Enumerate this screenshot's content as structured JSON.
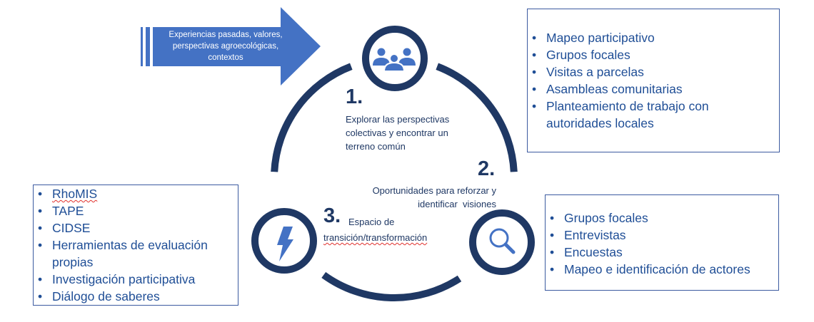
{
  "colors": {
    "ring": "#1f3864",
    "accent": "#4472c4",
    "text_dark": "#1f3864",
    "list_text": "#1f4e96",
    "box_border": "#3b5aa0",
    "spellcheck": "#e0302c"
  },
  "input_arrow": {
    "lines": [
      "Experiencias pasadas, valores,",
      "perspectivas agroecológicas,",
      "contextos"
    ]
  },
  "steps": [
    {
      "number": "1.",
      "icon": "people-group-icon",
      "text_lines": [
        "Explorar las perspectivas",
        "colectivas y encontrar un",
        "terreno común"
      ]
    },
    {
      "number": "2.",
      "icon": "magnifying-glass-icon",
      "text_lines": [
        "Oportunidades para reforzar y",
        "identificar  visiones"
      ]
    },
    {
      "number": "3.",
      "icon": "lightning-bolt-icon",
      "label": "Espacio de",
      "text_line2": "transición/transformación"
    }
  ],
  "boxes": {
    "step1_methods": [
      "Mapeo participativo",
      "Grupos focales",
      "Visitas a parcelas",
      "Asambleas comunitarias",
      "Planteamiento de trabajo con autoridades locales"
    ],
    "step2_methods": [
      "Grupos focales",
      "Entrevistas",
      "Encuestas",
      "Mapeo e identificación de actores"
    ],
    "step3_tools": [
      "RhoMIS",
      "TAPE",
      "CIDSE",
      "Herramientas de evaluación propias",
      "Investigación participativa",
      "Diálogo de saberes"
    ]
  }
}
